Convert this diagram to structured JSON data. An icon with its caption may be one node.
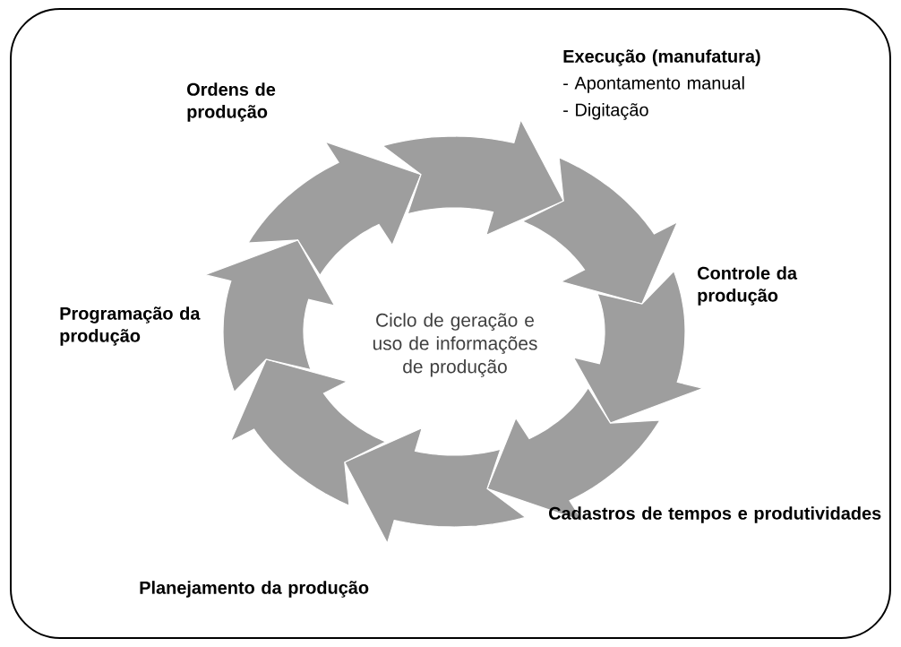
{
  "diagram": {
    "nodes": [
      {
        "text": [
          "Ordens de produção"
        ]
      },
      {
        "text": [
          "Execução (manufatura)",
          "- Apontamento manual",
          "- Digitação"
        ]
      },
      {
        "text": [
          "Controle da produção"
        ]
      },
      {
        "text": [
          "Cadastros de tempos e produtividades"
        ]
      },
      {
        "text": [
          "Planejamento da produção"
        ]
      },
      {
        "text": [
          "Programação da produção"
        ]
      },
      {
        "text": [
          "Ciclo de geração e uso de informações de produção"
        ]
      }
    ]
  }
}
